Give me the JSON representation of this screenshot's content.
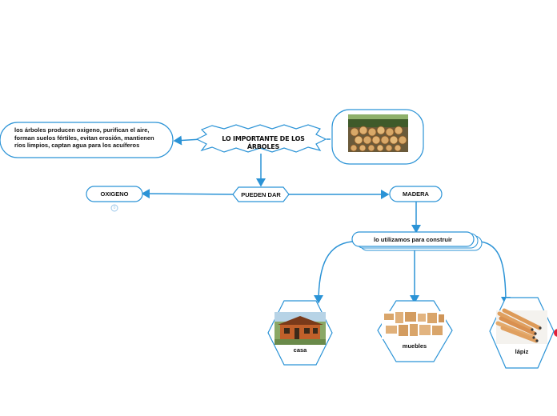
{
  "central_topic": {
    "label": "LO IMPORTANTE DE LOS ÁRBOLES"
  },
  "description": {
    "text": "los árboles producen oxigeno, purifican el aire, forman suelos fértiles, evitan erosión, mantienen ríos limpios, captan agua para los acuíferos"
  },
  "pueden_dar": {
    "label": "PUEDEN DAR"
  },
  "oxigeno": {
    "label": "OXIGENO",
    "badge": "0"
  },
  "madera": {
    "label": "MADERA"
  },
  "uso": {
    "label": "lo utilizamos para construir"
  },
  "items": {
    "casa": {
      "label": "casa"
    },
    "muebles": {
      "label": "muebles"
    },
    "lapiz": {
      "label": "lápiz"
    }
  },
  "colors": {
    "connector": "#2b93d6",
    "border": "#2b93d6",
    "accent_dot": "#e0203a"
  },
  "icons": {
    "logs_image": "log-pile-image",
    "house_image": "wooden-house-image",
    "furniture_image": "furniture-image",
    "pencils_image": "pencils-image"
  }
}
